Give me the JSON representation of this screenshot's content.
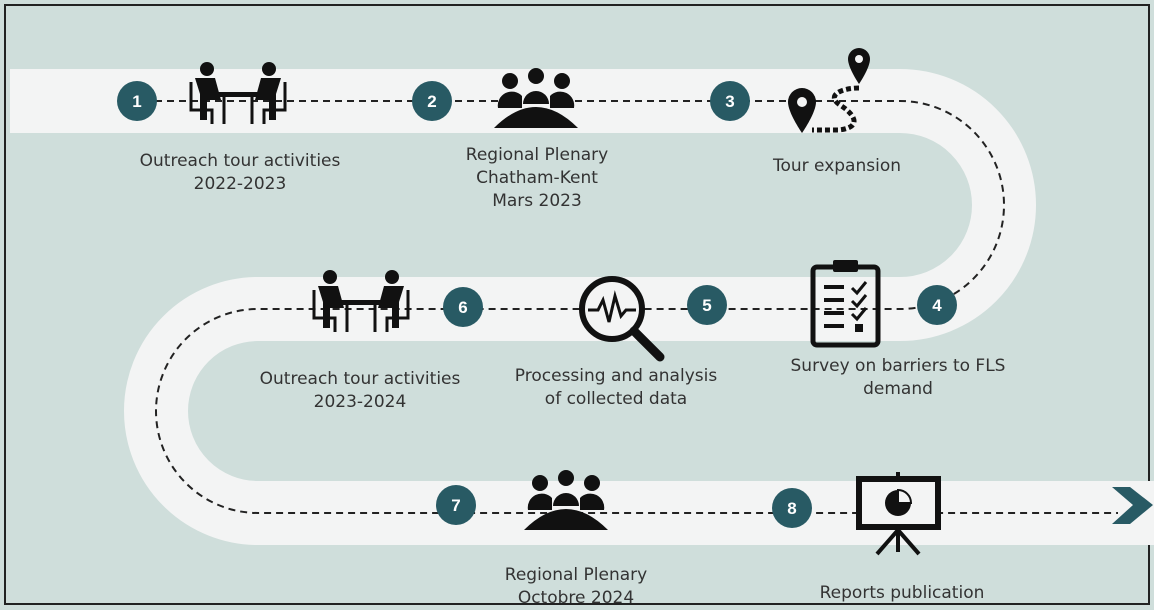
{
  "colors": {
    "background": "#cfdedb",
    "road": "#f3f4f4",
    "badge": "#285a64",
    "dash": "#222222",
    "icon": "#111111",
    "text": "#333333"
  },
  "steps": [
    {
      "number": "1",
      "label": "Outreach tour activities\n2022-2023",
      "icon": "meeting-table-icon"
    },
    {
      "number": "2",
      "label": "Regional Plenary\nChatham-Kent\nMars 2023",
      "icon": "audience-group-icon"
    },
    {
      "number": "3",
      "label": "Tour expansion",
      "icon": "location-route-icon"
    },
    {
      "number": "4",
      "label": "Survey on barriers to FLS\ndemand",
      "icon": "clipboard-checklist-icon"
    },
    {
      "number": "5",
      "label": "Processing and analysis\nof collected data",
      "icon": "data-analysis-magnifier-icon"
    },
    {
      "number": "6",
      "label": "Outreach tour activities\n2023-2024",
      "icon": "meeting-table-icon"
    },
    {
      "number": "7",
      "label": "Regional Plenary\nOctobre 2024",
      "icon": "audience-group-icon"
    },
    {
      "number": "8",
      "label": "Reports publication",
      "icon": "presentation-chart-icon"
    }
  ]
}
